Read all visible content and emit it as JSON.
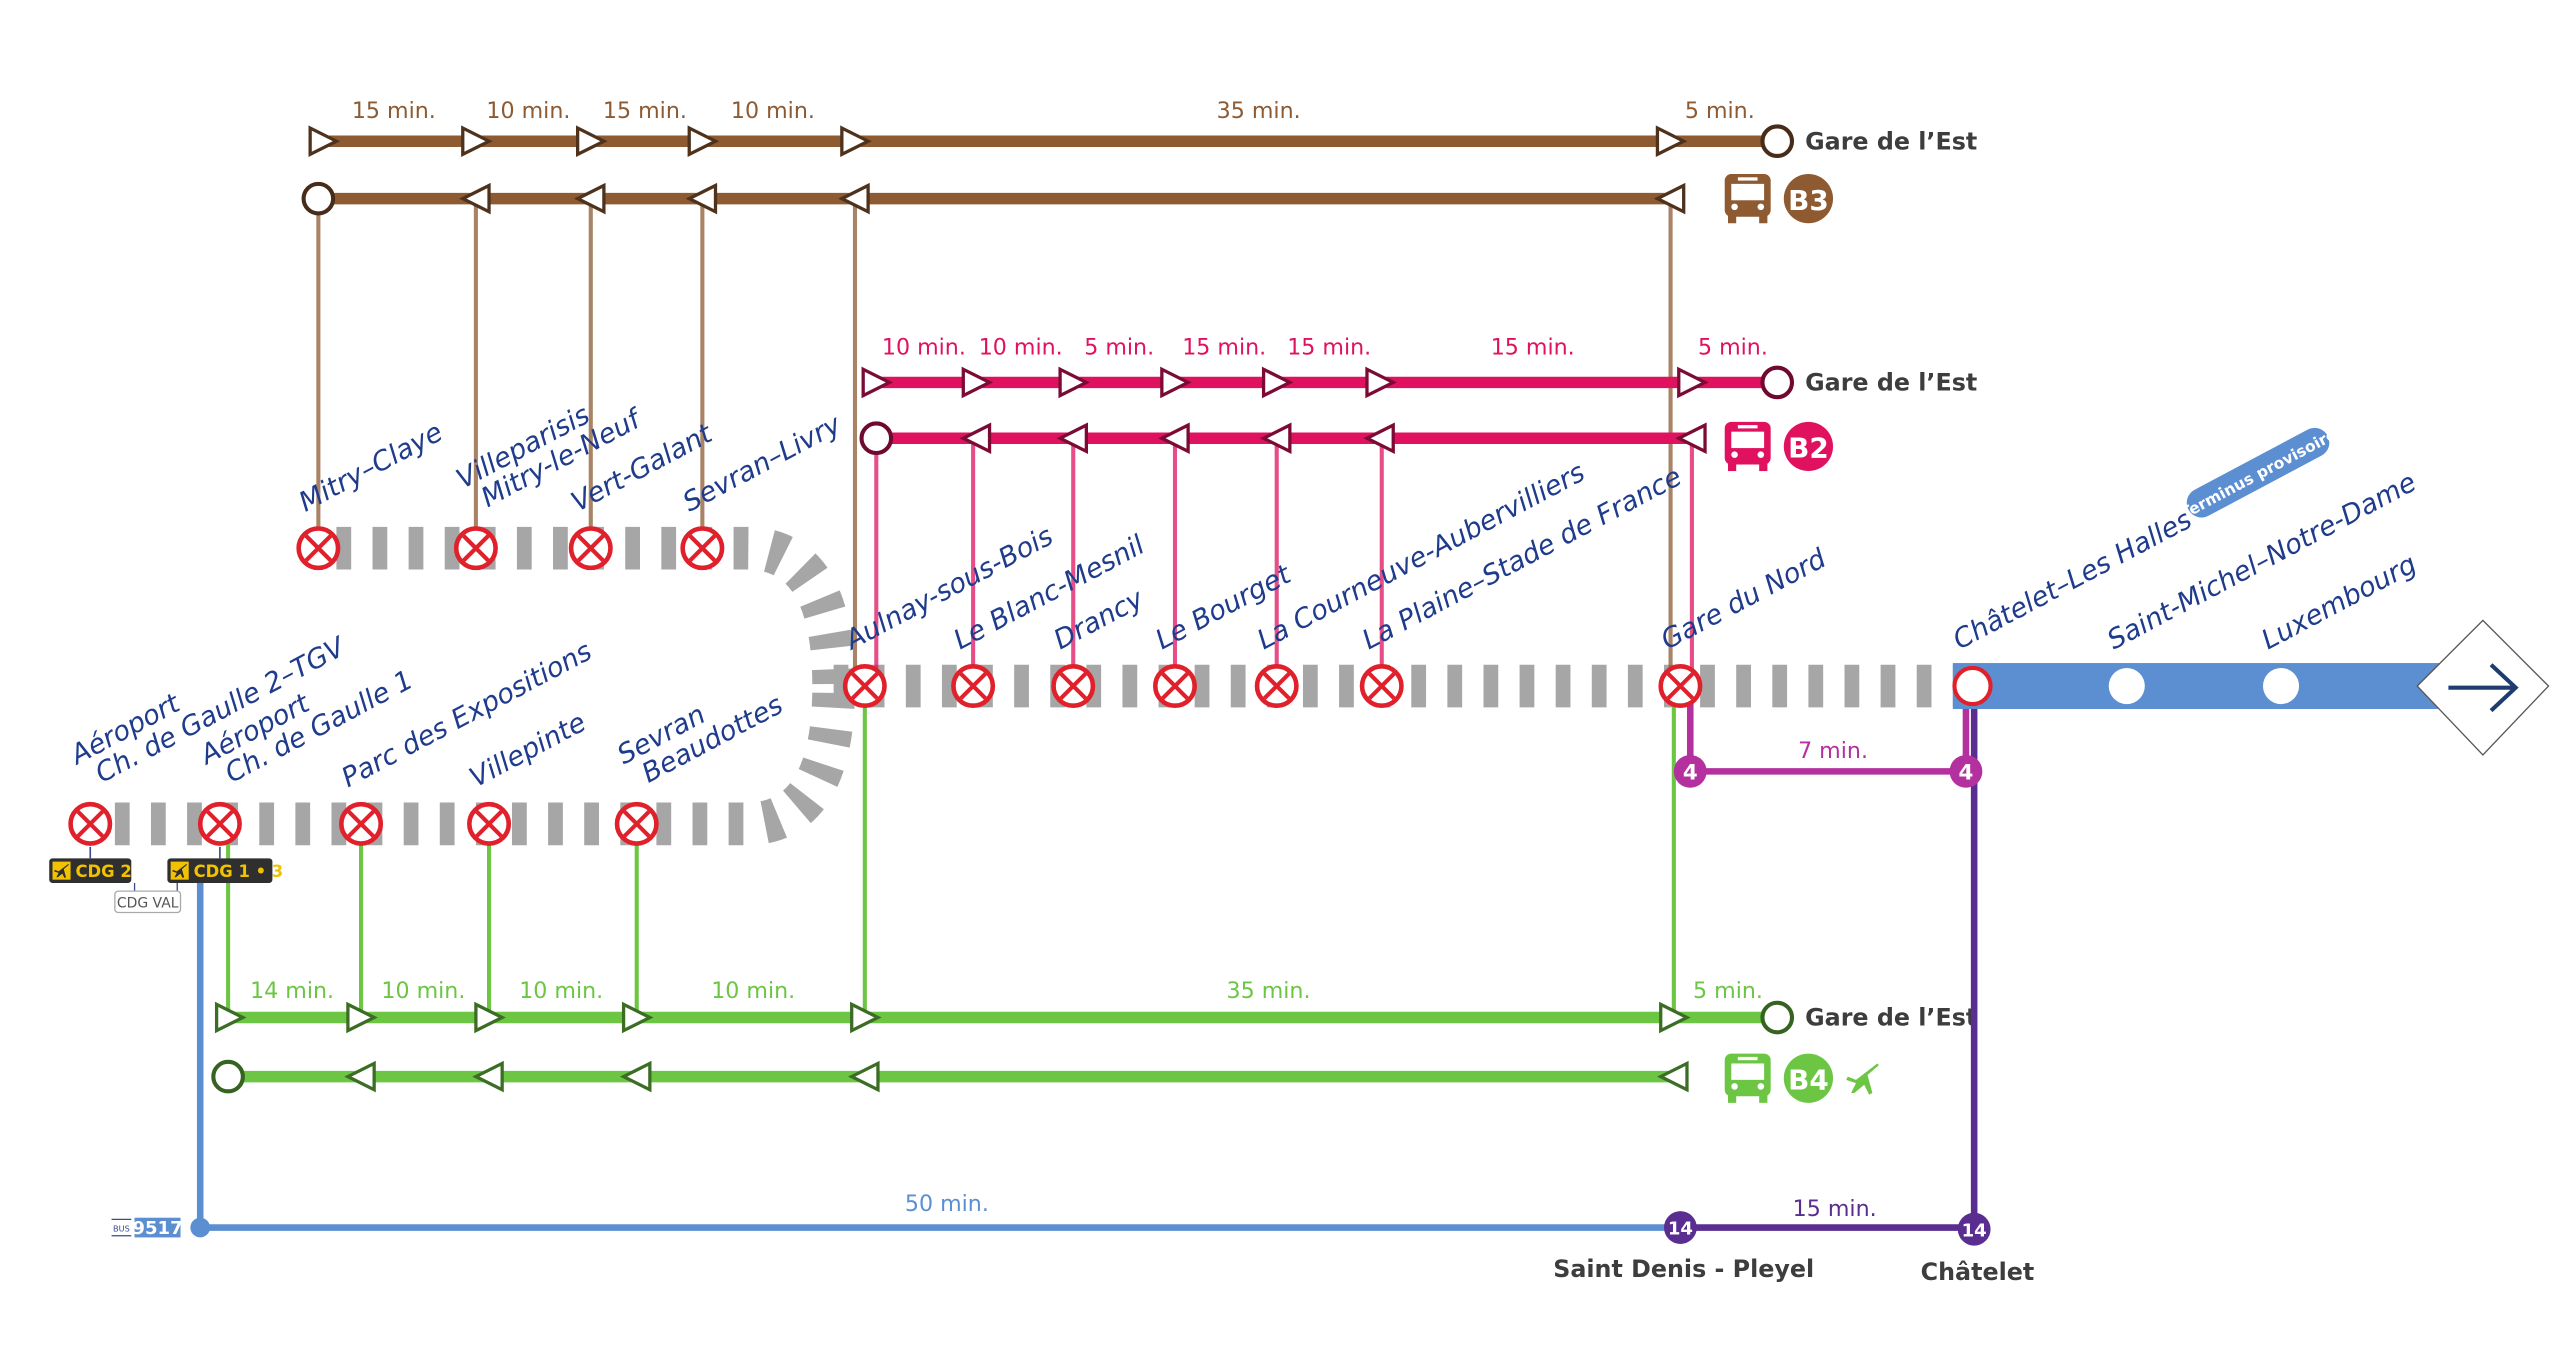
{
  "colors": {
    "b3": "#8d5a32",
    "b2": "#e0125f",
    "b4": "#6cc644",
    "rer_b": "#5b8fd1",
    "track_closed": "#a6a6a6",
    "station_closed": "#e0202a",
    "metro_4": "#b5309f",
    "metro_14": "#5a2d91",
    "bus_9517": "#5b8fd1",
    "label": "#1f3c8c"
  },
  "bus_lines": [
    {
      "id": "b3",
      "badge": "B3",
      "terminus": "Gare de l’Est",
      "icon": "bus-icon",
      "times": [
        "15 min.",
        "10 min.",
        "15 min.",
        "10 min.",
        "35 min.",
        "5 min."
      ]
    },
    {
      "id": "b2",
      "badge": "B2",
      "terminus": "Gare de l’Est",
      "icon": "bus-icon",
      "times": [
        "10 min.",
        "10 min.",
        "5 min.",
        "15 min.",
        "15 min.",
        "15 min.",
        "5 min."
      ]
    },
    {
      "id": "b4",
      "badge": "B4",
      "terminus": "Gare de l’Est",
      "icon": "bus-icon",
      "extra_icon": "airplane-icon",
      "times": [
        "14 min.",
        "10 min.",
        "10 min.",
        "10 min.",
        "35 min.",
        "5 min."
      ]
    }
  ],
  "stations_closed": [
    {
      "id": "cdg2",
      "label": [
        "Aéroport",
        "Ch. de Gaulle 2–TGV"
      ]
    },
    {
      "id": "cdg1",
      "label": [
        "Aéroport",
        "Ch. de Gaulle 1"
      ]
    },
    {
      "id": "parc-expo",
      "label": [
        "Parc des Expositions"
      ]
    },
    {
      "id": "villepinte",
      "label": [
        "Villepinte"
      ]
    },
    {
      "id": "sevran-beaudottes",
      "label": [
        "Sevran",
        "Beaudottes"
      ]
    },
    {
      "id": "mitry-claye",
      "label": [
        "Mitry–Claye"
      ]
    },
    {
      "id": "villeparisis",
      "label": [
        "Villeparisis",
        "Mitry-le-Neuf"
      ]
    },
    {
      "id": "vert-galant",
      "label": [
        "Vert-Galant"
      ]
    },
    {
      "id": "sevran-livry",
      "label": [
        "Sevran–Livry"
      ]
    },
    {
      "id": "aulnay",
      "label": [
        "Aulnay-sous-Bois"
      ]
    },
    {
      "id": "blanc-mesnil",
      "label": [
        "Le Blanc-Mesnil"
      ]
    },
    {
      "id": "drancy",
      "label": [
        "Drancy"
      ]
    },
    {
      "id": "bourget",
      "label": [
        "Le Bourget"
      ]
    },
    {
      "id": "courneuve",
      "label": [
        "La Courneuve-Aubervilliers"
      ]
    },
    {
      "id": "plaine",
      "label": [
        "La Plaine–Stade de France"
      ]
    },
    {
      "id": "gare-du-nord",
      "label": [
        "Gare du Nord"
      ]
    }
  ],
  "stations_open": [
    {
      "id": "chatelet-les-halles",
      "label": [
        "Châtelet–Les Halles"
      ],
      "badge": "Terminus provisoire"
    },
    {
      "id": "saint-michel",
      "label": [
        "Saint-Michel–Notre-Dame"
      ]
    },
    {
      "id": "luxembourg",
      "label": [
        "Luxembourg"
      ]
    }
  ],
  "direction_icon": "arrow-right-icon",
  "airport_tags": [
    {
      "label": "CDG 2",
      "icon": "airplane-icon"
    },
    {
      "label": "CDG 1 • 3",
      "icon": "airplane-icon"
    }
  ],
  "cdg_val": "CDG VAL",
  "metro_4": {
    "badge": "4",
    "time": "7 min."
  },
  "metro_14": {
    "badge": "14",
    "time": "15 min.",
    "stations": [
      "Saint Denis - Pleyel",
      "Châtelet"
    ]
  },
  "bus_9517": {
    "prefix": "BUS",
    "number": "9517",
    "time": "50 min."
  }
}
